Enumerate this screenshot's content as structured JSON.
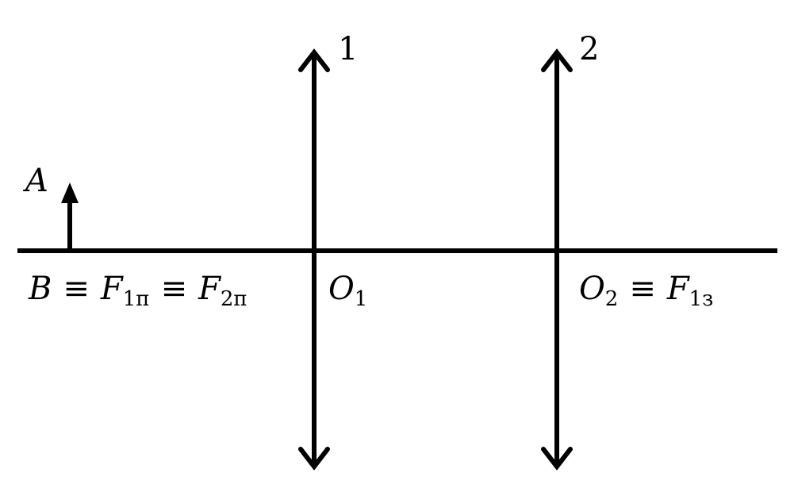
{
  "lens_1": {
    "number": "1",
    "center": "O",
    "center_sub": "1"
  },
  "lens_2": {
    "number": "2",
    "center": "O",
    "center_sub": "2",
    "focus": "F",
    "focus_sub": "1з"
  },
  "object": {
    "top": "A",
    "base": "B"
  },
  "focus_points": {
    "f1": {
      "symbol": "F",
      "sub": "1п"
    },
    "f2": {
      "symbol": "F",
      "sub": "2п"
    }
  },
  "equiv_symbol": "≡",
  "colors": {
    "ink": "#000000",
    "background": "#ffffff"
  }
}
